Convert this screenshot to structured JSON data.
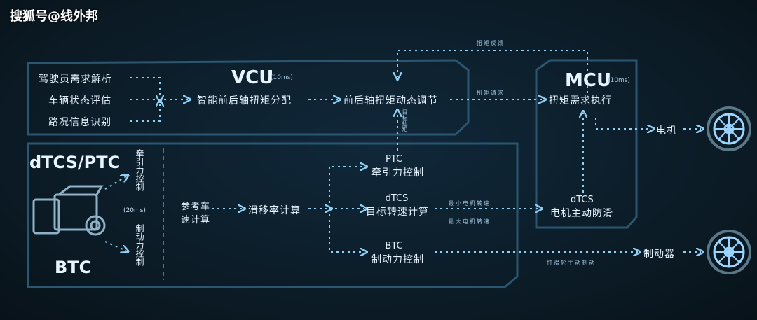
{
  "watermark": "搜狐号@线外邦",
  "vcu": {
    "title": "VCU",
    "period": "(10ms)",
    "inputs": [
      "驾驶员需求解析",
      "车辆状态评估",
      "路况信息识别"
    ],
    "torque_distribution": "智能前后轴扭矩分配",
    "dynamic_adjust": "前后轴扭矩动态调节"
  },
  "mcu": {
    "title": "MCU",
    "period": "(10ms)",
    "torque_execution": "扭矩需求执行",
    "dtcs_label": "dTCS",
    "active_damping": "电机主动防滑"
  },
  "dtcs": {
    "title": "dTCS/PTC",
    "btc_title": "BTC",
    "traction_control_vertical": "牵引力控制",
    "period": "(20ms)",
    "brake_control_vertical": "制动力控制",
    "ref_speed": [
      "参考车",
      "速计算"
    ],
    "slip_calc": "滑移率计算",
    "ptc_title": "PTC",
    "ptc_sub": "牵引力控制",
    "dtcs_title": "dTCS",
    "dtcs_sub": "目标转速计算",
    "btc_node_title": "BTC",
    "btc_node_sub": "制动力控制",
    "target_torque_vertical": "目标扭矩"
  },
  "arrows": {
    "torque_feedback": "扭矩反馈",
    "torque_request": "扭矩请求",
    "min_speed": "最小电机转速",
    "max_speed": "最大电机转速",
    "slip_active_brake": "打滑轮主动制动"
  },
  "outputs": {
    "motor": "电机",
    "brake": "制动器"
  },
  "colors": {
    "line": "#3f88b8",
    "arrow": "#8fd0f5",
    "box": "#264a63"
  },
  "icons": [
    "camera-module-icon",
    "wheel-icon"
  ]
}
